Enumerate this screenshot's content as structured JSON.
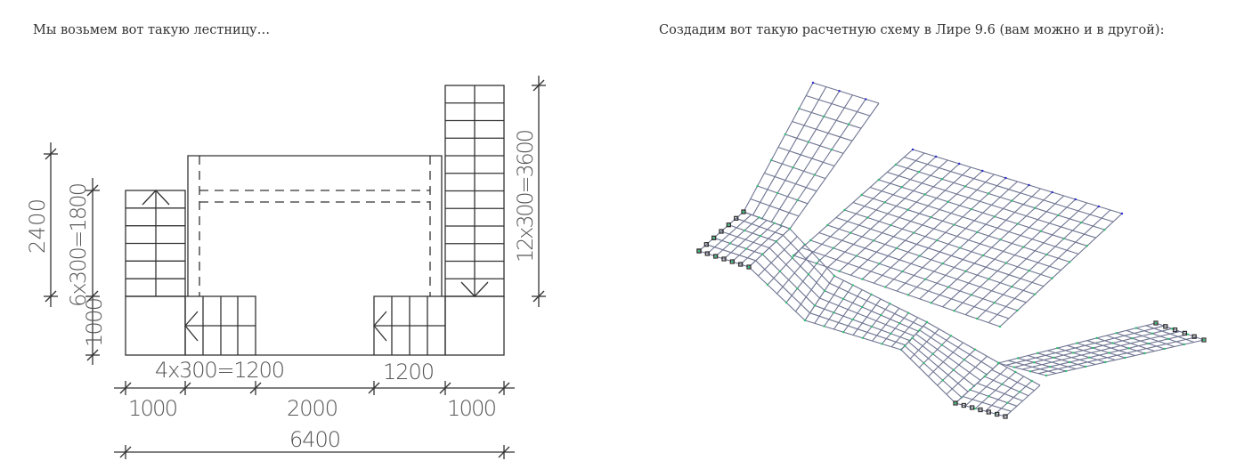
{
  "captions": {
    "left": "Мы возьмем вот такую лестницу…",
    "right": "Создадим вот такую расчетную схему в Лире 9.6 (вам можно и в другой):"
  },
  "drawing": {
    "dims": {
      "left_total": "2400",
      "left_flight": "6x300=1800",
      "left_landing": "1000",
      "right_flight": "12x300=3600",
      "small_flight_left": "4x300=1200",
      "small_flight_right": "1200",
      "bottom_left": "1000",
      "bottom_mid": "2000",
      "bottom_right": "1000",
      "overall": "6400"
    },
    "steps": {
      "left_flight": 6,
      "right_flight": 12,
      "small_flights": 4
    }
  },
  "colors": {
    "mesh": "#6e7491",
    "node": "#2fbf71",
    "node_top": "#2a2ad0",
    "support": "#4a6a4a"
  }
}
